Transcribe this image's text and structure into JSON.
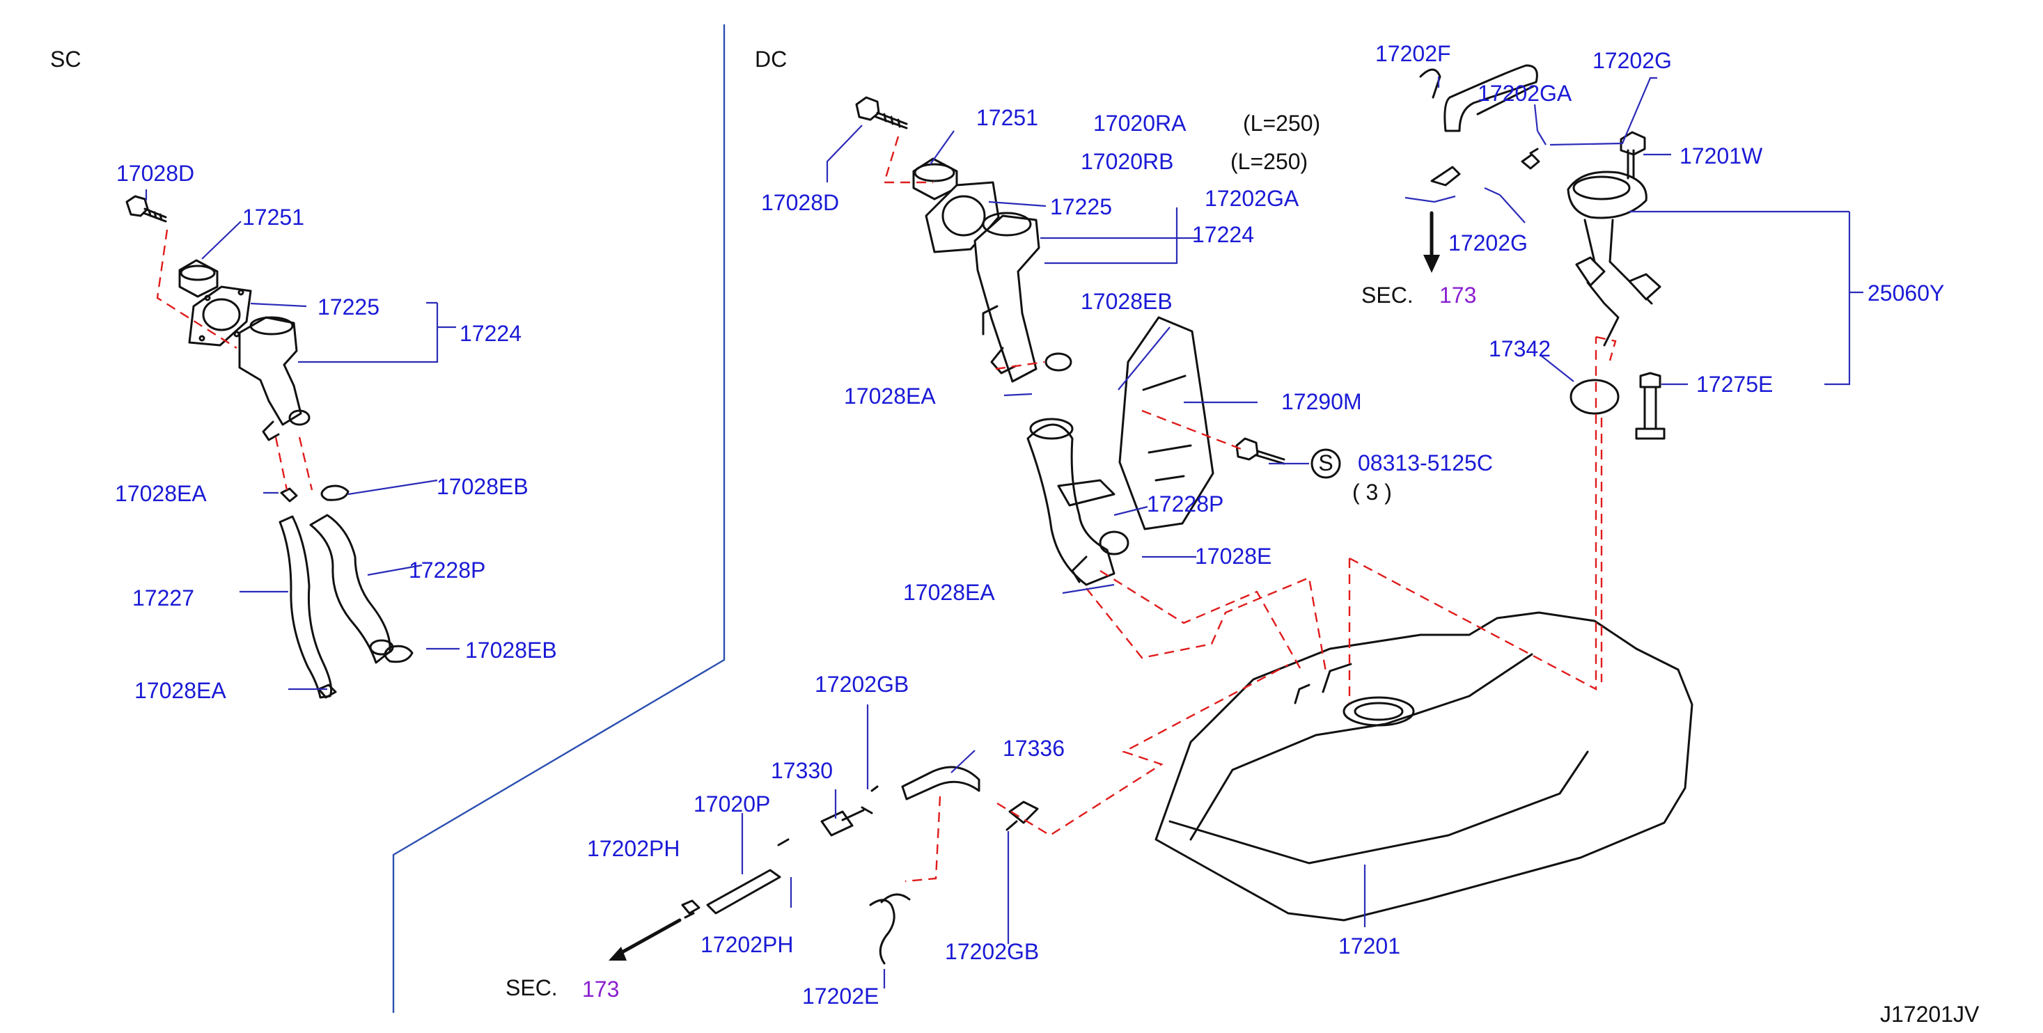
{
  "sections": {
    "left": "SC",
    "right": "DC"
  },
  "diagram_id": "J17201JV",
  "sec_ref": {
    "prefix": "SEC.",
    "number": "173"
  },
  "spec": {
    "length_ra": "(L=250)",
    "length_rb": "(L=250)",
    "s_mark": "S",
    "qty": "(  3  )"
  },
  "labels": {
    "sc_17028D": "17028D",
    "sc_17251": "17251",
    "sc_17225": "17225",
    "sc_17224": "17224",
    "sc_17028EA_1": "17028EA",
    "sc_17028EB_1": "17028EB",
    "sc_17228P": "17228P",
    "sc_17227": "17227",
    "sc_17028EB_2": "17028EB",
    "sc_17028EA_2": "17028EA",
    "dc_17028D": "17028D",
    "dc_17251": "17251",
    "dc_17020RA": "17020RA",
    "dc_17020RB": "17020RB",
    "dc_17225": "17225",
    "dc_17224": "17224",
    "dc_17202GA_1": "17202GA",
    "dc_17202F": "17202F",
    "dc_17202GA_2": "17202GA",
    "dc_17202G_1": "17202G",
    "dc_17201W": "17201W",
    "dc_17202G_2": "17202G",
    "dc_17028EB": "17028EB",
    "dc_17028EA_1": "17028EA",
    "dc_17290M": "17290M",
    "dc_08313": "08313-5125C",
    "dc_17228P": "17228P",
    "dc_17028E": "17028E",
    "dc_17028EA_2": "17028EA",
    "dc_25060Y": "25060Y",
    "dc_17342": "17342",
    "dc_17275E": "17275E",
    "dc_17202GB_1": "17202GB",
    "dc_17330": "17330",
    "dc_17336": "17336",
    "dc_17020P": "17020P",
    "dc_17202PH_1": "17202PH",
    "dc_17202PH_2": "17202PH",
    "dc_17202GB_2": "17202GB",
    "dc_17201": "17201",
    "dc_17202E": "17202E"
  },
  "colors": {
    "label": "#1a1ad6",
    "leader": "#2b2bb8",
    "dashed": "#e01b1b",
    "section_ref": "#8a1fd0",
    "part": "#111111"
  }
}
